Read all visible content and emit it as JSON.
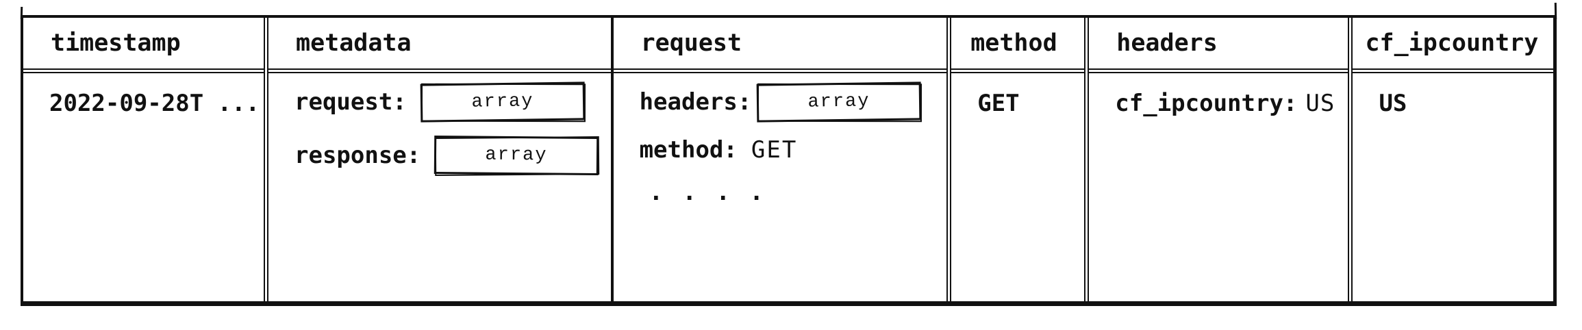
{
  "colors": {
    "ink": "#111111",
    "paper": "#ffffff"
  },
  "table": {
    "columns": [
      {
        "label": "timestamp"
      },
      {
        "label": "metadata"
      },
      {
        "label": "request"
      },
      {
        "label": "method"
      },
      {
        "label": "headers"
      },
      {
        "label": "cf_ipcountry"
      }
    ],
    "row": {
      "timestamp": "2022-09-28T ...",
      "metadata": {
        "fields": [
          {
            "key": "request:",
            "value": "array"
          },
          {
            "key": "response:",
            "value": "array"
          }
        ]
      },
      "request": {
        "fields": [
          {
            "key": "headers:",
            "value": "array"
          },
          {
            "key": "method:",
            "value": "GET"
          }
        ],
        "ellipsis": ". . . ."
      },
      "method": "GET",
      "headers": {
        "key": "cf_ipcountry:",
        "value": "US"
      },
      "cf_ipcountry": "US"
    }
  }
}
